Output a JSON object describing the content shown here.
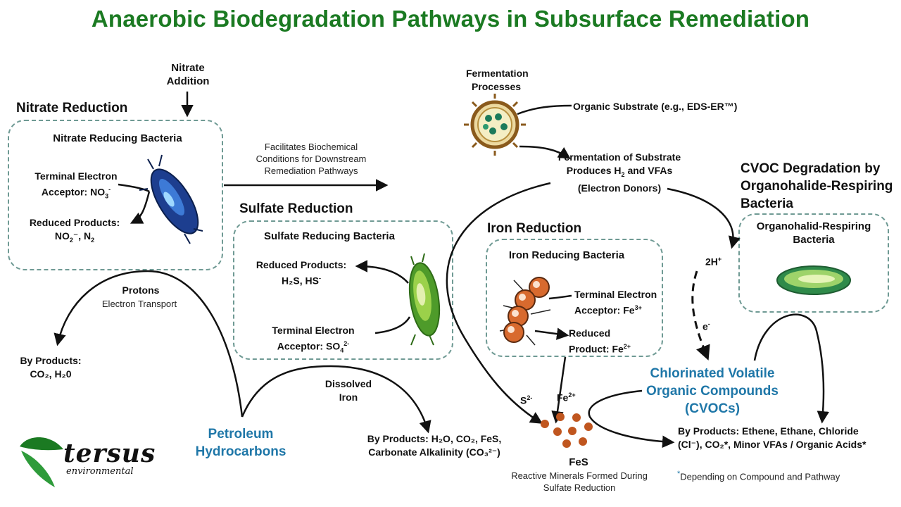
{
  "title": "Anaerobic Biodegradation Pathways in Subsurface Remediation",
  "nitrate": {
    "addition_label": "Nitrate Addition",
    "section_title": "Nitrate Reduction",
    "box_title": "Nitrate Reducing Bacteria",
    "acceptor_label": "Terminal Electron Acceptor: NO",
    "acceptor_sub": "3",
    "acceptor_sup": "-",
    "products_label": "Reduced Products:",
    "products_line2": "NO",
    "products_sub": "2",
    "products_rest": "⁻, N",
    "products_sub2": "2",
    "facilitates": "Facilitates Biochemical Conditions for Downstream Remediation Pathways",
    "protons": "Protons",
    "electron_transport": "Electron Transport",
    "byproducts_label": "By Products:",
    "byproducts_line2": "CO₂, H₂0"
  },
  "sulfate": {
    "section_title": "Sulfate Reduction",
    "box_title": "Sulfate Reducing Bacteria",
    "products_label": "Reduced Products:",
    "products_line2": "H₂S, HS",
    "products_sup": "-",
    "acceptor_label": "Terminal Electron Acceptor: SO",
    "acceptor_sub": "4",
    "acceptor_sup": "2-",
    "dissolved_iron": "Dissolved Iron",
    "byproducts": "By Products: H₂O, CO₂, FeS, Carbonate Alkalinity (CO₃²⁻)"
  },
  "petroleum": "Petroleum Hydrocarbons",
  "fermentation": {
    "processes": "Fermentation Processes",
    "substrate": "Organic Substrate (e.g., EDS-ER™)",
    "produces": "Fermentation of Substrate Produces H",
    "produces_sub": "2",
    "produces_rest": "and VFAs (Electron Donors)"
  },
  "iron": {
    "section_title": "Iron Reduction",
    "box_title": "Iron Reducing Bacteria",
    "acceptor_label": "Terminal Electron Acceptor: Fe",
    "acceptor_sup": "3+",
    "product_label": "Reduced Product: Fe",
    "product_sup": "2+",
    "s2": "S",
    "s2_sup": "2-",
    "fe2": "Fe",
    "fe2_sup": "2+"
  },
  "fes": {
    "label": "FeS",
    "caption": "Reactive Minerals Formed During Sulfate Reduction"
  },
  "cvoc": {
    "section_title": "CVOC Degradation by Organohalide-Respiring Bacteria",
    "box_title": "Organohalid-Respiring Bacteria",
    "h2": "2H",
    "h2_sup": "+",
    "e": "e",
    "e_sup": "-",
    "compounds": "Chlorinated Volatile Organic Compounds (CVOCs)",
    "byproducts": "By Products: Ethene, Ethane, Chloride (Cl⁻), CO₂*, Minor VFAs / Organic Acids*",
    "footnote": "Depending on Compound and Pathway",
    "asterisk": "*"
  },
  "logo": {
    "name": "tersus",
    "sub": "environmental"
  },
  "colors": {
    "title": "#1b7a22",
    "accent_blue": "#1f77a8",
    "box_border": "#6f9a94"
  }
}
